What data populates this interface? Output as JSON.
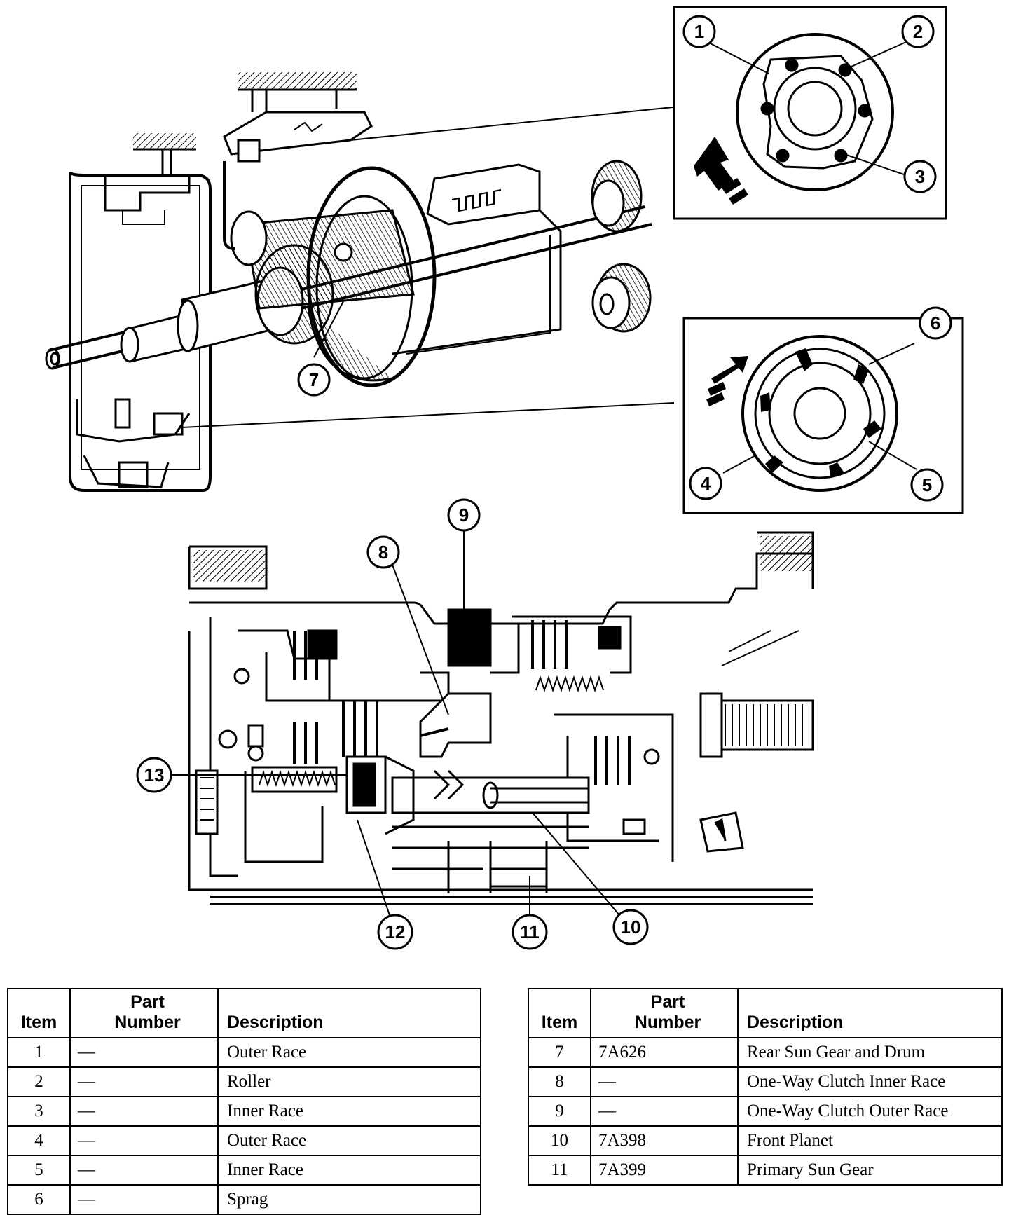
{
  "callouts": [
    "1",
    "2",
    "3",
    "4",
    "5",
    "6",
    "7",
    "8",
    "9",
    "10",
    "11",
    "12",
    "13"
  ],
  "table_left": {
    "headers": {
      "item": "Item",
      "part_line1": "Part",
      "part_line2": "Number",
      "description": "Description"
    },
    "rows": [
      {
        "item": "1",
        "part": "—",
        "description": "Outer Race"
      },
      {
        "item": "2",
        "part": "—",
        "description": "Roller"
      },
      {
        "item": "3",
        "part": "—",
        "description": "Inner Race"
      },
      {
        "item": "4",
        "part": "—",
        "description": "Outer Race"
      },
      {
        "item": "5",
        "part": "—",
        "description": "Inner Race"
      },
      {
        "item": "6",
        "part": "—",
        "description": "Sprag"
      }
    ]
  },
  "table_right": {
    "headers": {
      "item": "Item",
      "part_line1": "Part",
      "part_line2": "Number",
      "description": "Description"
    },
    "rows": [
      {
        "item": "7",
        "part": "7A626",
        "description": "Rear Sun Gear and Drum"
      },
      {
        "item": "8",
        "part": "—",
        "description": "One-Way Clutch Inner Race"
      },
      {
        "item": "9",
        "part": "—",
        "description": "One-Way Clutch Outer Race"
      },
      {
        "item": "10",
        "part": "7A398",
        "description": "Front Planet"
      },
      {
        "item": "11",
        "part": "7A399",
        "description": "Primary Sun Gear"
      }
    ]
  }
}
